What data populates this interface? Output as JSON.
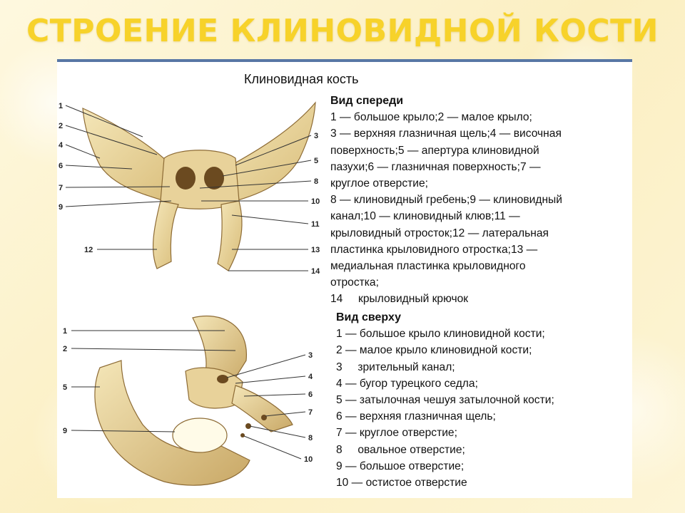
{
  "slide_title": "СТРОЕНИЕ КЛИНОВИДНОЙ КОСТИ",
  "panel_title": "Клиновидная кость",
  "front_view": {
    "heading": "Вид спереди",
    "lines": [
      "1 — большое крыло;2 — малое крыло;",
      "3 — верхняя глазничная щель;4 — височная",
      "поверхность;5 — апертура клиновидной",
      "пазухи;6 — глазничная поверхность;7 —",
      "круглое отверстие;",
      "8 — клиновидный гребень;9 — клиновидный",
      "канал;10 — клиновидный клюв;11 —",
      "крыловидный отросток;12 — латеральная",
      "пластинка крыловидного отростка;13 —",
      "медиальная пластинка крыловидного",
      "отростка;",
      "14     крыловидный крючок"
    ],
    "figure_labels": [
      "1",
      "2",
      "4",
      "6",
      "7",
      "9",
      "12",
      "3",
      "5",
      "8",
      "10",
      "11",
      "13",
      "14"
    ]
  },
  "top_view": {
    "heading": "Вид сверху",
    "lines": [
      "1 — большое крыло клиновидной кости;",
      "2 — малое крыло клиновидной кости;",
      "3     зрительный канал;",
      "4 — бугор турецкого седла;",
      "5 — затылочная чешуя затылочной кости;",
      "6 — верхняя глазничная щель;",
      "7 — круглое отверстие;",
      "8     овальное отверстие;",
      "9 — большое отверстие;",
      "10 — остистое отверстие"
    ],
    "figure_labels": [
      "1",
      "2",
      "5",
      "9",
      "3",
      "4",
      "6",
      "7",
      "8",
      "10"
    ]
  },
  "colors": {
    "title": "#f7d22a",
    "panel_border": "#5877a5",
    "bone": "#ecd9a0",
    "bone_shadow": "#b8934f"
  }
}
